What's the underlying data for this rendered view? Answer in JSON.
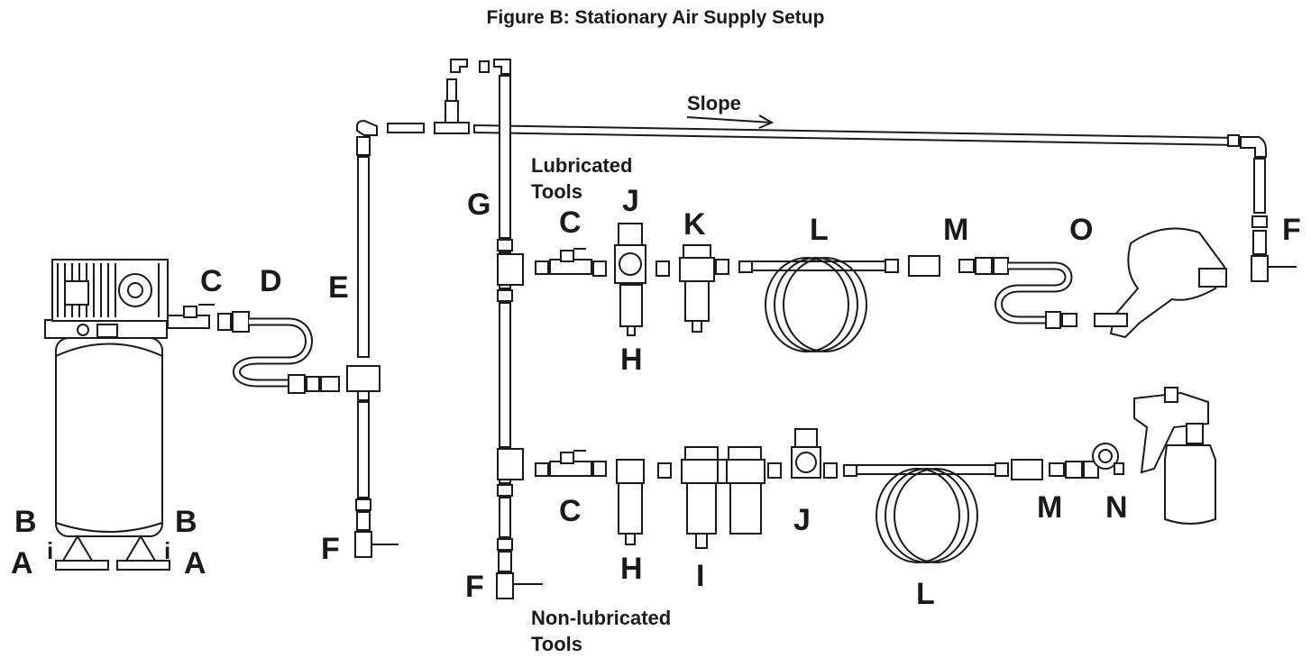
{
  "figure": {
    "title": "Figure B:  Stationary Air Supply Setup"
  },
  "annotations": {
    "slope": "Slope",
    "lubricated_line1": "Lubricated",
    "lubricated_line2": "Tools",
    "nonlubricated_line1": "Non-lubricated",
    "nonlubricated_line2": "Tools"
  },
  "labels": {
    "A": "A",
    "B": "B",
    "C": "C",
    "D": "D",
    "E": "E",
    "F": "F",
    "G": "G",
    "H": "H",
    "I": "I",
    "J": "J",
    "K": "K",
    "L": "L",
    "M": "M",
    "N": "N",
    "O": "O",
    "i": "i"
  },
  "colors": {
    "line": "#1a1a1a",
    "fill": "#ffffff",
    "shade": "#d9d9d9"
  }
}
